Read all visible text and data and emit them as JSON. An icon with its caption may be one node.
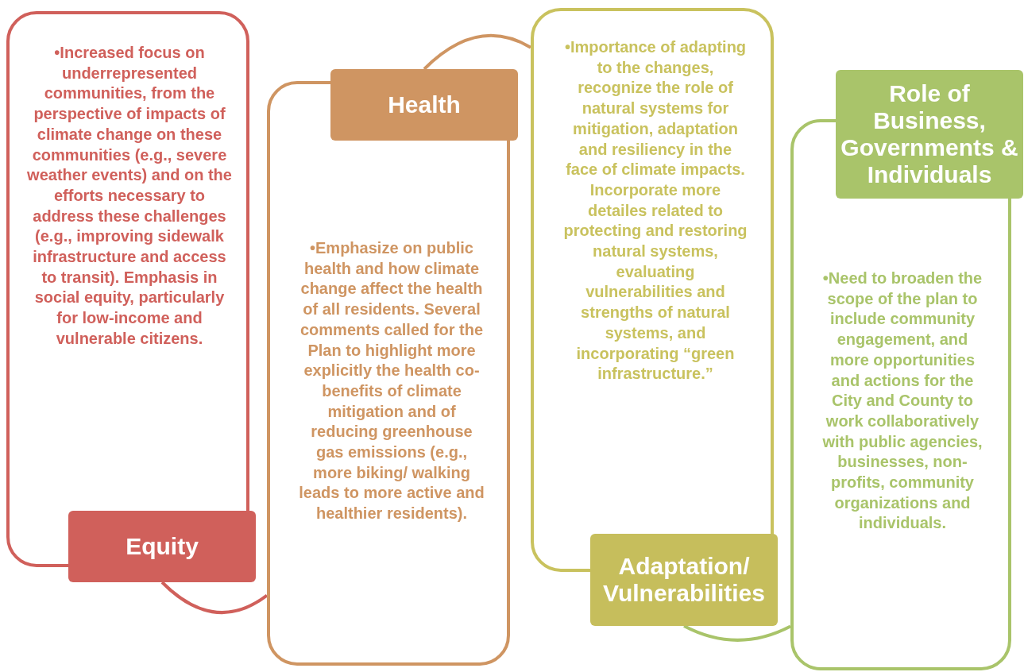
{
  "diagram": {
    "nodes": [
      {
        "text": [
          "•Increased focus on underrepresented communities, from the perspective of impacts of climate change on these communities (e.g., severe weather events) and on the efforts necessary to address these challenges (e.g., improving sidewalk infrastructure and access to transit). Emphasis in social equity, particularly for low-income and vulnerable citizens."
        ]
      },
      {
        "text": [
          "Equity"
        ]
      },
      {
        "text": [
          "Health"
        ]
      },
      {
        "text": [
          "•Emphasize on public health and how climate change affect the health of all residents. Several comments called for the Plan to highlight more explicitly the health co-benefits of climate mitigation and of reducing greenhouse gas emissions (e.g., more biking/ walking leads to more active and healthier residents)."
        ]
      },
      {
        "text": [
          "•Importance of adapting to the changes, recognize the role of natural systems for mitigation, adaptation and resiliency in the face of climate impacts. Incorporate more detailes related to protecting and restoring natural systems, evaluating vulnerabilities and strengths of natural systems, and incorporating “green infrastructure.”"
        ]
      },
      {
        "text": [
          "Adaptation/ Vulnerabilities"
        ]
      },
      {
        "text": [
          "Role of Business, Governments & Individuals"
        ]
      },
      {
        "text": [
          "•Need to broaden the scope of the plan to include community engagement, and more opportunities and actions for the City and County to work collaboratively with public agencies, businesses, non-profits, community organizations and individuals."
        ]
      }
    ],
    "edges": [
      {
        "from": 1,
        "to": 3,
        "arrow": "none",
        "color": "#d0605b"
      },
      {
        "from": 2,
        "to": 4,
        "arrow": "none",
        "color": "#cf9562"
      },
      {
        "from": 5,
        "to": 7,
        "arrow": "none",
        "color": "#a9c46a"
      }
    ]
  }
}
